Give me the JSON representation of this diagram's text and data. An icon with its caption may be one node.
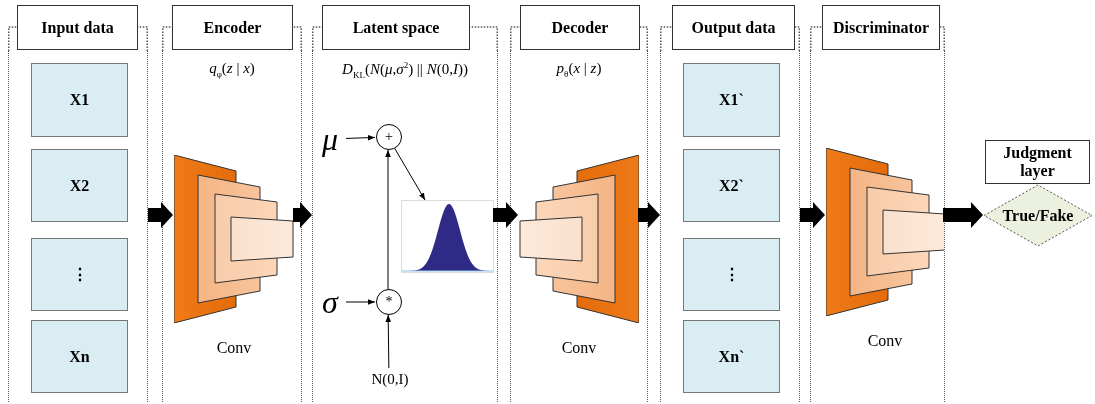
{
  "diagram": {
    "nodes": [
      {
        "text": [
          "Input data"
        ]
      },
      {
        "text": [],
        "shape": "box"
      },
      {
        "text": [
          "X1"
        ],
        "in": 1
      },
      {
        "text": [
          "X2"
        ],
        "in": 1
      },
      {
        "text": [
          "⋮"
        ],
        "in": 1
      },
      {
        "text": [
          "Xn"
        ],
        "in": 1
      },
      {
        "text": [
          "Encoder"
        ]
      },
      {
        "text": [
          "*q*$_{φ}$(*z* | *x*)"
        ]
      },
      {
        "text": [],
        "shape": "picture",
        "in": 7,
        "beside": [
          "Conv"
        ]
      },
      {
        "text": [
          "Latent space"
        ]
      },
      {
        "text": [
          "*D*$_{KL}$(*N*(*μ*,*σ*$^{2}$) || *N*(0,*I*))"
        ]
      },
      {
        "text": [
          "μ"
        ],
        "in": 10
      },
      {
        "text": [
          "+"
        ],
        "in": 10
      },
      {
        "text": [
          "σ"
        ],
        "in": 10
      },
      {
        "text": [
          "*"
        ],
        "in": 10
      },
      {
        "text": [
          "N(0,I)"
        ],
        "in": 10
      },
      {
        "text": [],
        "shape": "picture",
        "in": 10
      },
      {
        "text": [
          "Decoder"
        ]
      },
      {
        "text": [
          "*p*$_{θ}$(*x* | *z*)"
        ]
      },
      {
        "text": [],
        "shape": "picture",
        "in": 18,
        "beside": [
          "Conv"
        ]
      },
      {
        "text": [
          "Output data"
        ]
      },
      {
        "text": [],
        "shape": "box"
      },
      {
        "text": [
          "X1`"
        ],
        "in": 21
      },
      {
        "text": [
          "X2`"
        ],
        "in": 21
      },
      {
        "text": [
          "⋮"
        ],
        "in": 21
      },
      {
        "text": [
          "Xn`"
        ],
        "in": 21
      },
      {
        "text": [
          "Discriminator"
        ]
      },
      {
        "text": [],
        "shape": "box"
      },
      {
        "text": [],
        "shape": "picture",
        "in": 27,
        "beside": [
          "Conv"
        ]
      },
      {
        "text": [
          "Judgment layer"
        ]
      },
      {
        "text": [
          "True/Fake"
        ]
      }
    ],
    "edges": [
      {
        "from": 1,
        "to": 8,
        "arrow": "to",
        "style": "thick"
      },
      {
        "from": 8,
        "to": 10,
        "arrow": "to",
        "style": "thick"
      },
      {
        "from": 16,
        "to": 19,
        "arrow": "to",
        "style": "thick"
      },
      {
        "from": 19,
        "to": 21,
        "arrow": "to",
        "style": "thick"
      },
      {
        "from": 21,
        "to": 28,
        "arrow": "to",
        "style": "thick"
      },
      {
        "from": 28,
        "to": 30,
        "arrow": "to",
        "style": "thick"
      },
      {
        "from": 11,
        "to": 12,
        "arrow": "to"
      },
      {
        "from": 13,
        "to": 14,
        "arrow": "to"
      },
      {
        "from": 15,
        "to": 14,
        "arrow": "to"
      },
      {
        "from": 14,
        "to": 12,
        "arrow": "to"
      },
      {
        "from": 12,
        "to": 16,
        "arrow": "to"
      }
    ]
  }
}
